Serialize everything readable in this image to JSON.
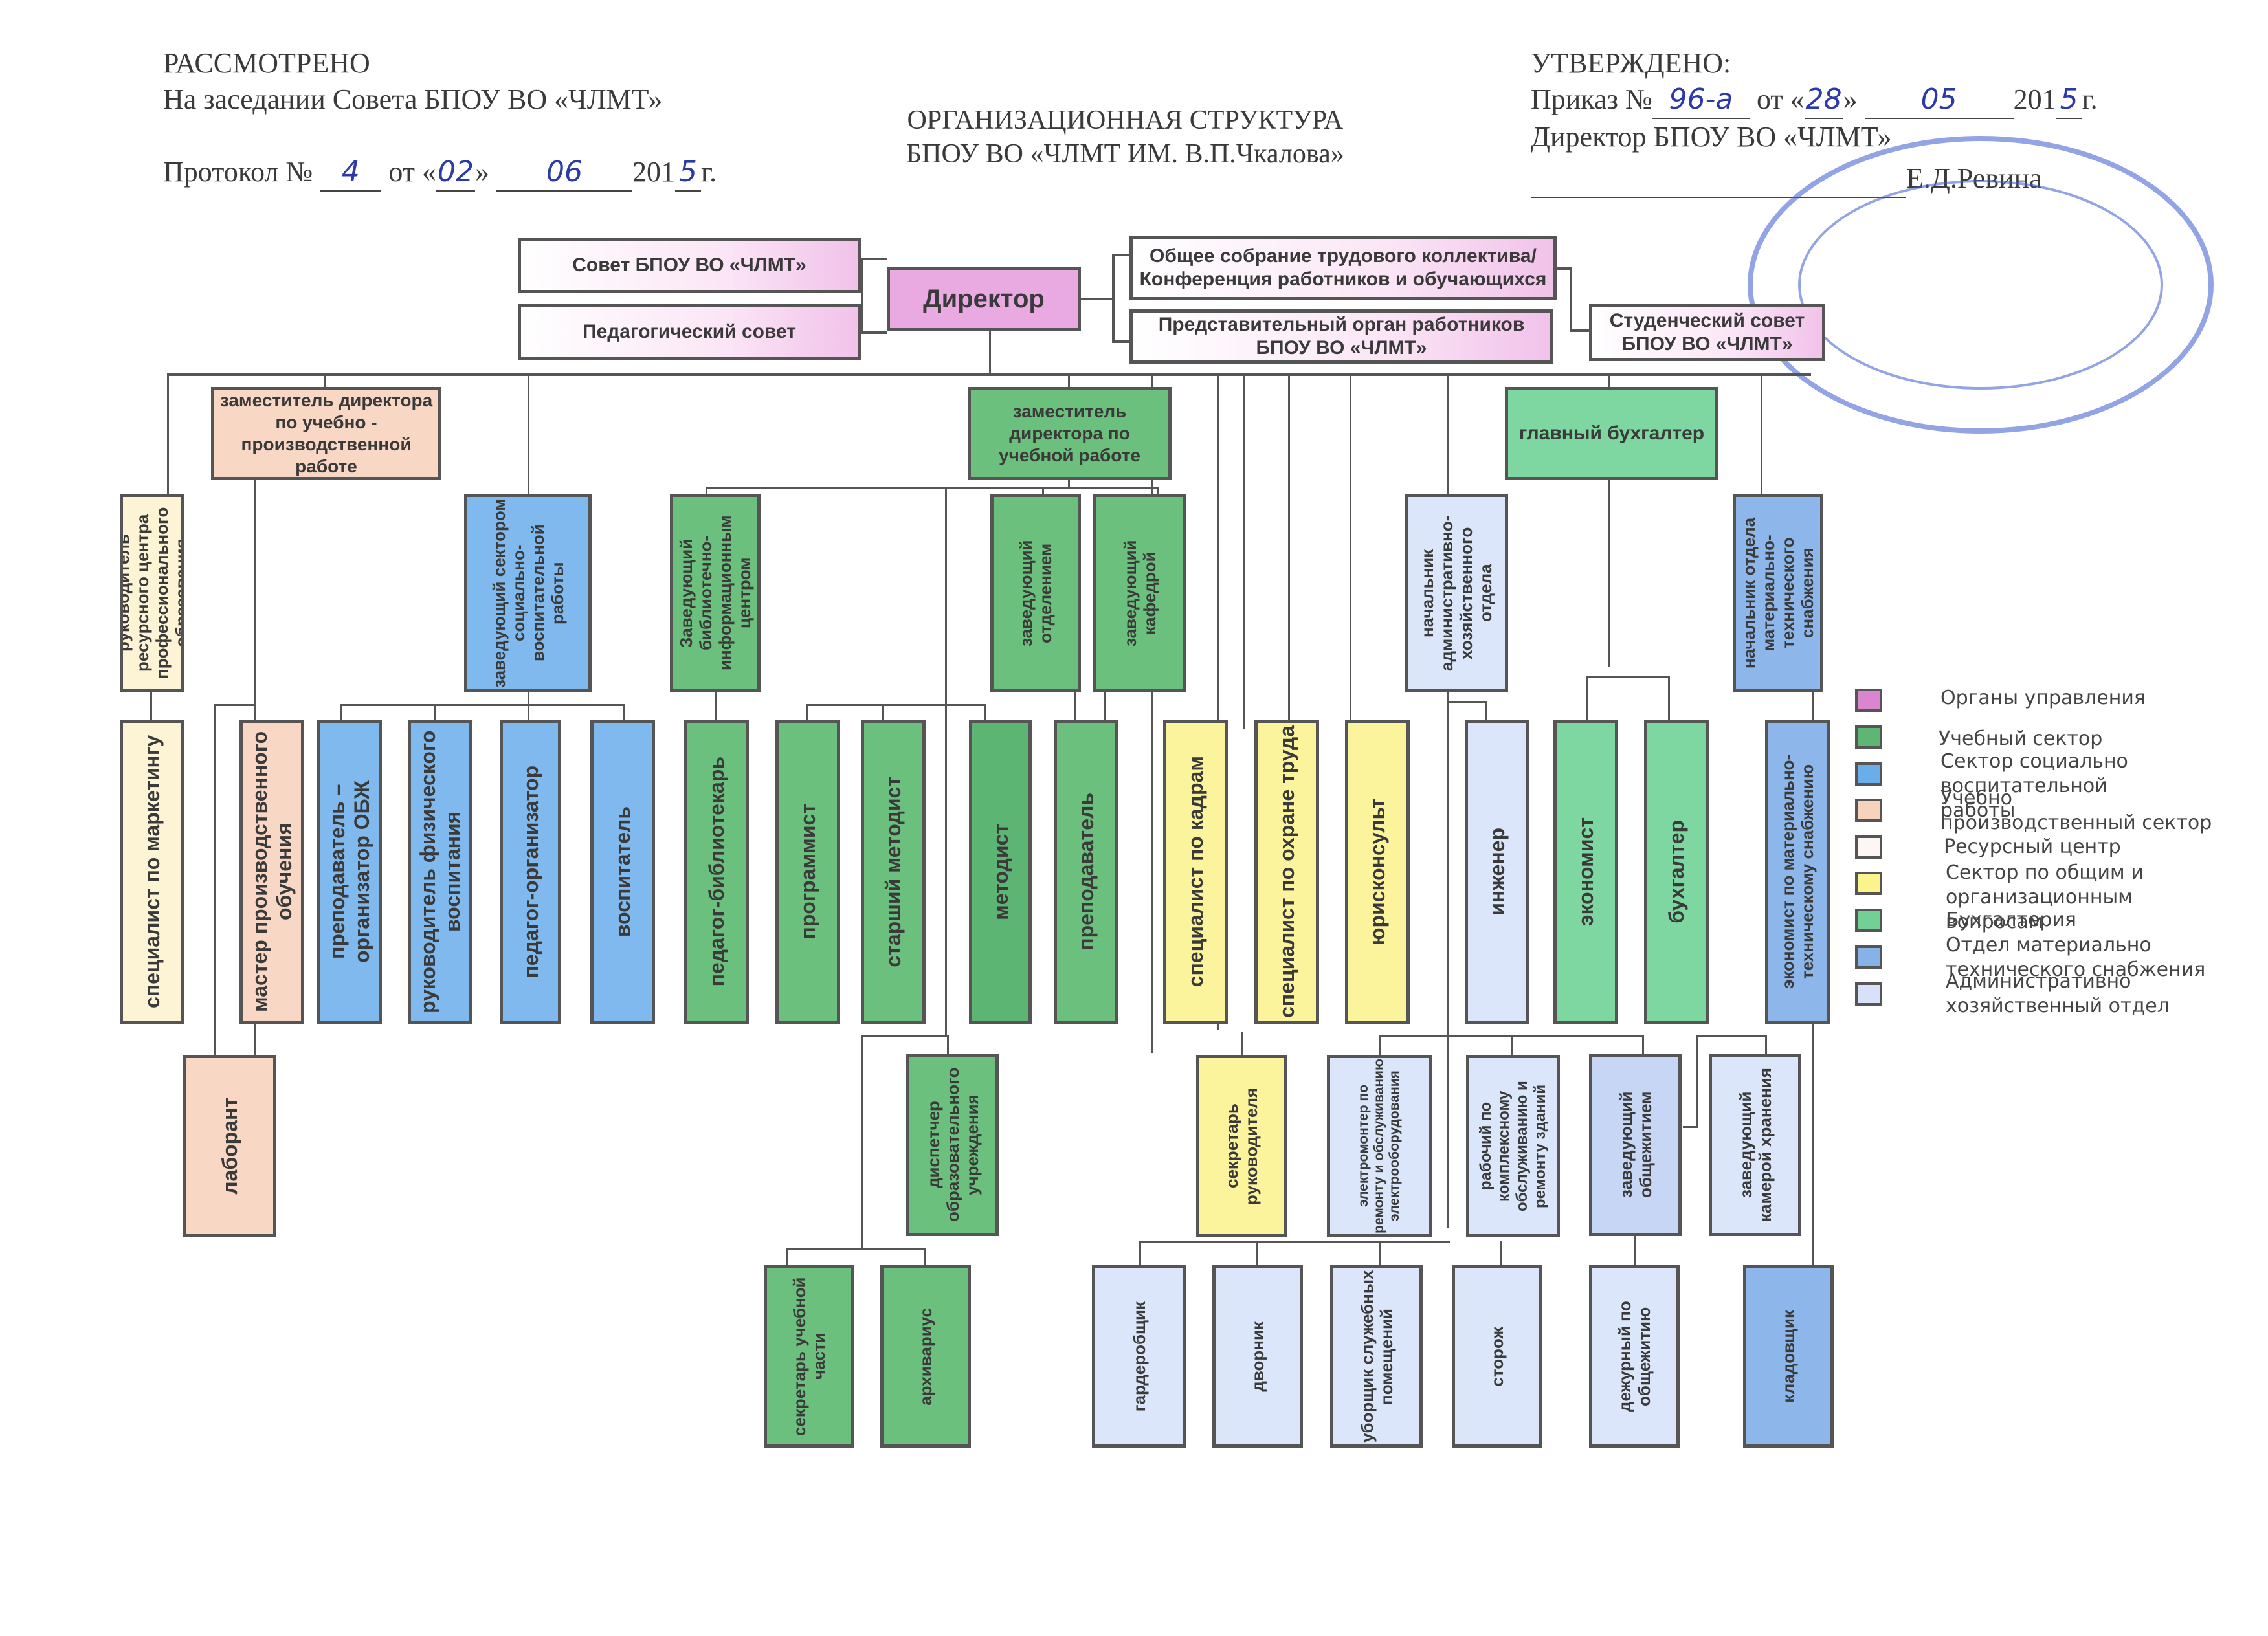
{
  "header_left": {
    "line1": "РАССМОТРЕНО",
    "line2": "На заседании Совета БПОУ ВО «ЧЛМТ»",
    "protocol_prefix": "Протокол №",
    "protocol_no": "4",
    "from": "от «",
    "day": "02",
    "close_quote": "»",
    "month": "06",
    "year_prefix": "201",
    "year_digit": "5",
    "year_suffix": "г."
  },
  "title": {
    "line1": "ОРГАНИЗАЦИОННАЯ СТРУКТУРА",
    "line2": "БПОУ ВО «ЧЛМТ ИМ. В.П.Чкалова»"
  },
  "header_right": {
    "line1": "УТВЕРЖДЕНО:",
    "order_prefix": "Приказ №",
    "order_no": "96-а",
    "from": "от «",
    "day": "28",
    "close_quote": "»",
    "month": "05",
    "year_prefix": "201",
    "year_digit": "5",
    "year_suffix": "г.",
    "line3": "Директор БПОУ  ВО «ЧЛМТ»",
    "signatory": "Е.Д.Ревина"
  },
  "org": {
    "sovet": "Совет БПОУ ВО «ЧЛМТ»",
    "ped_sovet": "Педагогический совет",
    "director": "Директор",
    "obshchee_sobranie": "Общее собрание трудового коллектива/ Конференция работников и обучающихся",
    "predstavitelny": "Представительный орган работников БПОУ ВО «ЧЛМТ»",
    "student_sovet": "Студенческий совет БПОУ ВО «ЧЛМТ»",
    "zam_uch_proizv": "заместитель директора по учебно - производственной работе",
    "zam_uch": "заместитель директора по учебной работе",
    "glav_buh": "главный бухгалтер",
    "ruk_res_centra": "руководитель ресурсного центра профессионального образования",
    "zav_soc_vosp": "заведующий сектором социально-воспитательной работы",
    "zav_bic": "Заведующий библиотечно-информационным центром",
    "zav_otdel": "заведующий отделением",
    "zav_kafedra": "заведующий кафедрой",
    "nach_aho": "начальник административно-хозяйственного отдела",
    "nach_mto": "начальник отдела материально-технического снабжения",
    "spec_marketing": "специалист по маркетингу",
    "master_po": "мастер производственного обучения",
    "prep_obzh": "преподаватель – организатор ОБЖ",
    "ruk_fiz": "руководитель физического воспитания",
    "ped_org": "педагог-организатор",
    "vospitatel": "воспитатель",
    "ped_bibl": "педагог-библиотекарь",
    "programmist": "программист",
    "st_metodist": "старший методист",
    "metodist": "методист",
    "prepodavatel": "преподаватель",
    "spec_kadry": "специалист по кадрам",
    "spec_ohrana": "специалист по охране труда",
    "yurist": "юрисконсульт",
    "inzhener": "инженер",
    "ekonomist": "экономист",
    "buhgalter": "бухгалтер",
    "ekon_mts": "экономист по материально-техническому снабжению",
    "laborant": "лаборант",
    "dispetcher": "диспетчер образовательного учреждения",
    "sekr_ruk": "секретарь руководителя",
    "elektromonter": "электромонтер по ремонту и обслуживанию электрооборудования",
    "rabochiy": "рабочий по комплексному обслуживанию и ремонту зданий",
    "zav_obshchezhitie": "заведующий общежитием",
    "zav_kamera": "заведующий камерой хранения",
    "sekr_uch": "секретарь учебной части",
    "arhivarius": "архивариус",
    "garderobshchik": "гардеробщик",
    "dvornik": "дворник",
    "uborshchik": "уборщик служебных помещений",
    "storozh": "сторож",
    "dezhurny": "дежурный по общежитию",
    "kladovshchik": "кладовщик"
  },
  "legend": [
    {
      "label": "Органы управления",
      "color": "#d985cf"
    },
    {
      "label": "Учебный сектор",
      "color": "#5fb574"
    },
    {
      "label": "Сектор социально воспитательной работы",
      "color": "#6aaee9"
    },
    {
      "label": "Учебно производственный сектор",
      "color": "#f7d3bc"
    },
    {
      "label": "Ресурсный центр",
      "color": "#fdf6f4"
    },
    {
      "label": "Сектор по общим и организационным вопросам",
      "color": "#fbf38c"
    },
    {
      "label": "Бухгалтерия",
      "color": "#74cf95"
    },
    {
      "label": "Отдел материально технического снабжения",
      "color": "#86b2e8"
    },
    {
      "label": "Административно хозяйственный отдел",
      "color": "#d7e2fa"
    }
  ]
}
